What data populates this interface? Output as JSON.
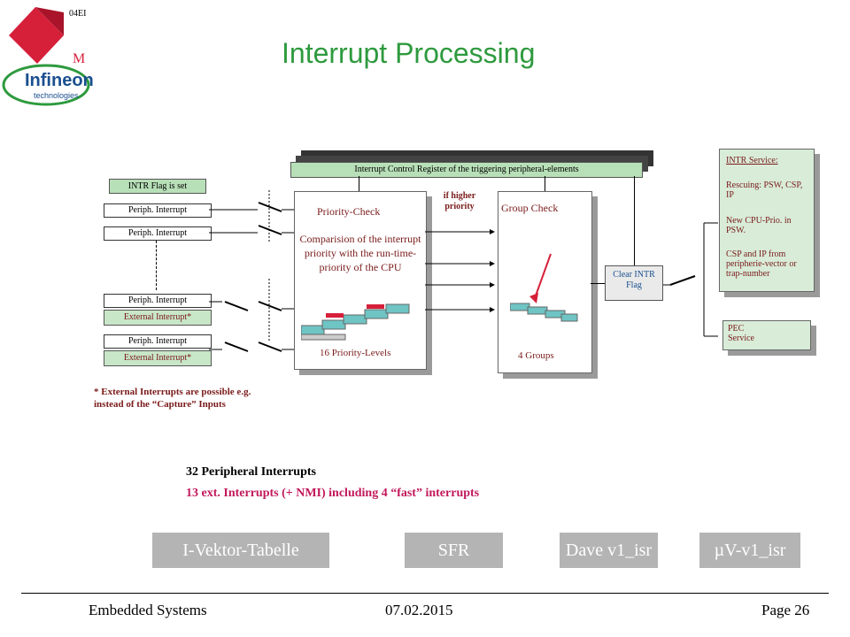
{
  "logo": {
    "top_label": "04EI",
    "corner_letter": "M",
    "brand": "Infineon",
    "brand_sub": "technologies",
    "colors": {
      "red": "#d6203a",
      "blue": "#1a4f8f",
      "green": "#2e9a3e"
    }
  },
  "title": "Interrupt Processing",
  "diagram": {
    "icr_label": "Interrupt Control Register of the triggering peripheral-elements",
    "intr_flag_set": "INTR Flag is set",
    "periph_interrupt": "Periph. Interrupt",
    "external_interrupt": "External Interrupt*",
    "priority_check_title": "Priority-Check",
    "priority_check_desc": "Comparision of the interrupt priority with the run-time-priority of the CPU",
    "priority_levels": "16 Priority-Levels",
    "if_higher": "if higher priority",
    "group_check_title": "Group Check",
    "groups": "4 Groups",
    "clear_flag": "Clear INTR Flag",
    "intr_service_title": "INTR Service:",
    "intr_service_rescuing": "Rescuing: PSW, CSP, IP",
    "intr_service_newprio": "New CPU-Prio. in PSW.",
    "intr_service_csp": "CSP and IP from peripherie-vector or trap-number",
    "pec_service": "PEC Service",
    "footnote": "* External Interrupts are possible e.g. instead of the “Capture” Inputs"
  },
  "summary": {
    "line1": "32 Peripheral Interrupts",
    "line2": "13 ext. Interrupts (+ NMI) including 4 “fast” interrupts"
  },
  "buttons": {
    "vektor": "I-Vektor-Tabelle",
    "sfr": "SFR",
    "dave": "Dave v1_isr",
    "uv": "µV-v1_isr"
  },
  "footer": {
    "left": "Embedded Systems",
    "date": "07.02.2015",
    "page": "Page 26"
  }
}
